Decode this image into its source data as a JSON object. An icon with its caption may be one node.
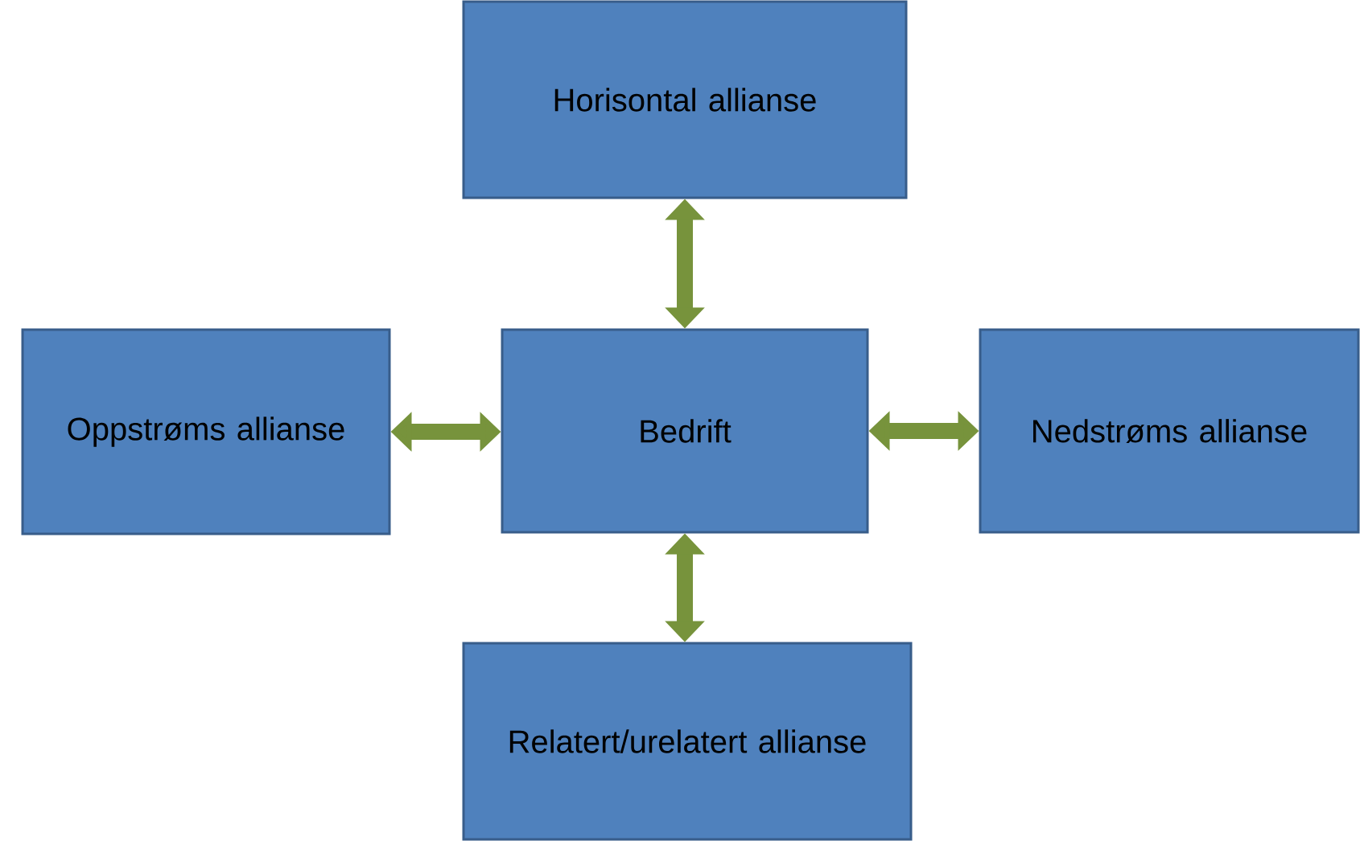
{
  "diagram": {
    "nodes": [
      {
        "text": [
          "Horisontal allianse"
        ]
      },
      {
        "text": [
          "Oppstrøms allianse"
        ]
      },
      {
        "text": [
          "Bedrift"
        ]
      },
      {
        "text": [
          "Nedstrøms allianse"
        ]
      },
      {
        "text": [
          "Relatert/urelatert allianse"
        ]
      }
    ],
    "edges": [
      {
        "from": 2,
        "to": 0,
        "arrow": "both"
      },
      {
        "from": 1,
        "to": 2,
        "arrow": "both"
      },
      {
        "from": 2,
        "to": 3,
        "arrow": "both"
      },
      {
        "from": 2,
        "to": 4,
        "arrow": "both"
      }
    ]
  }
}
